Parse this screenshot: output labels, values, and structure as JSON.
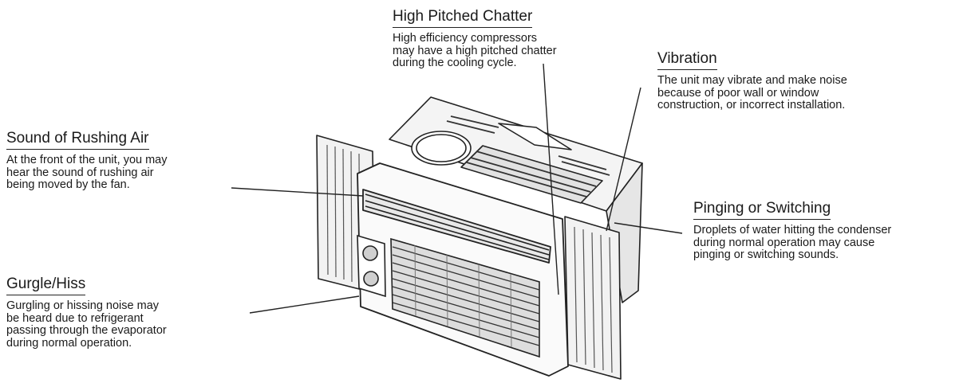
{
  "callouts": {
    "high_pitched_chatter": {
      "title": "High Pitched Chatter",
      "lines": [
        "High efficiency compressors",
        "may have a high pitched chatter",
        "during the cooling cycle."
      ]
    },
    "vibration": {
      "title": "Vibration",
      "lines": [
        "The unit may vibrate and make noise",
        "because of poor wall or window",
        "construction, or incorrect installation."
      ]
    },
    "rushing_air": {
      "title": "Sound of Rushing Air",
      "lines": [
        "At the front of the unit, you may",
        "hear the sound of rushing air",
        "being moved by the fan."
      ]
    },
    "pinging": {
      "title": "Pinging or Switching",
      "lines": [
        "Droplets of water hitting the condenser",
        "during normal operation may cause",
        "pinging or switching sounds."
      ]
    },
    "gurgle": {
      "title": "Gurgle/Hiss",
      "lines": [
        "Gurgling or hissing noise may",
        "be heard due to refrigerant",
        "passing through the evaporator",
        "during normal operation."
      ]
    }
  }
}
